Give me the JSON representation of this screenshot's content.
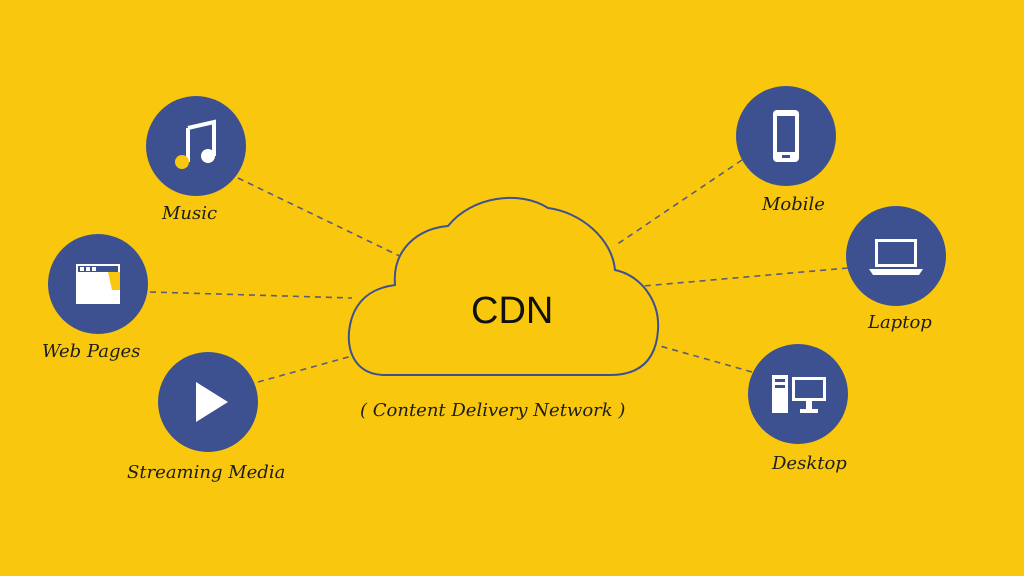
{
  "cloud": {
    "title": "CDN",
    "subtitle": "( Content Delivery Network )"
  },
  "left_nodes": [
    {
      "label": "Music",
      "icon": "music-note-icon"
    },
    {
      "label": "Web Pages",
      "icon": "web-page-icon"
    },
    {
      "label": "Streaming Media",
      "icon": "play-icon"
    }
  ],
  "right_nodes": [
    {
      "label": "Mobile",
      "icon": "mobile-phone-icon"
    },
    {
      "label": "Laptop",
      "icon": "laptop-icon"
    },
    {
      "label": "Desktop",
      "icon": "desktop-icon"
    }
  ],
  "colors": {
    "background": "#f9c80e",
    "node": "#3d5191",
    "accent": "#f9c80e",
    "line": "#5b5b7a"
  }
}
